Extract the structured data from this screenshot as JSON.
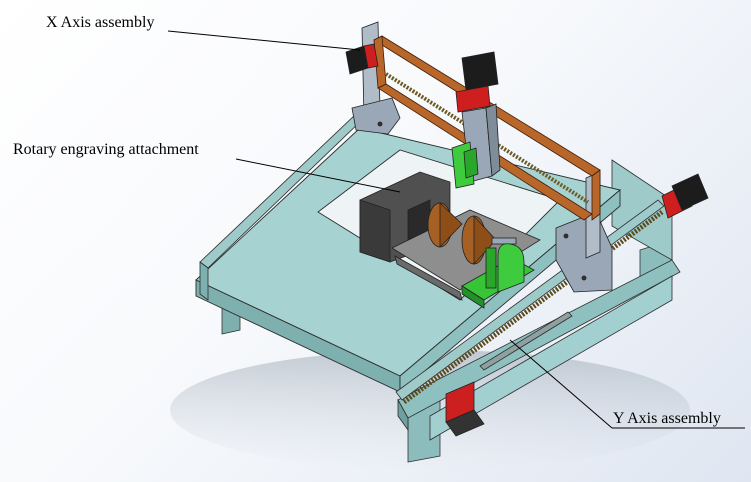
{
  "labels": {
    "x_axis": "X Axis assembly",
    "rotary": "Rotary engraving attachment",
    "y_axis": "Y Axis assembly"
  },
  "colors": {
    "frame": "#a7d2d2",
    "frame_dark": "#7fb0b0",
    "gantry_copper": "#b9662a",
    "motor": "#1c1c1c",
    "motor_red": "#d42020",
    "green_part": "#3ecb3e",
    "cone": "#9c5a1e",
    "bracket": "#9aa7b6"
  }
}
